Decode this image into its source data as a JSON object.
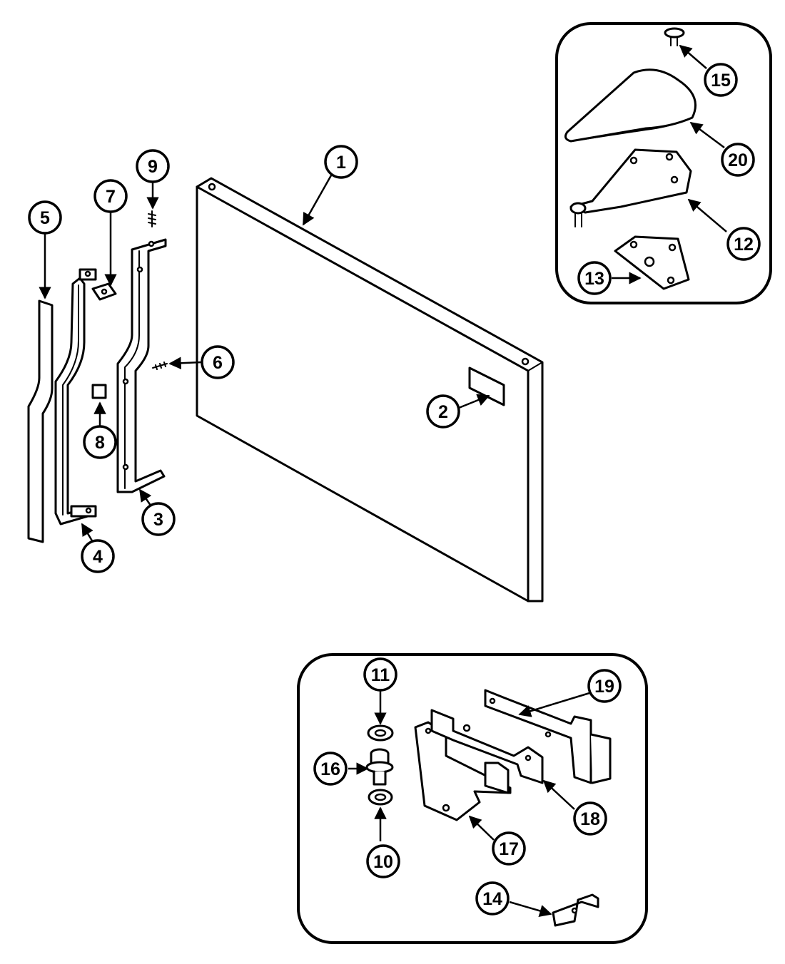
{
  "colors": {
    "line": "#000000",
    "background": "#ffffff"
  },
  "callouts": {
    "c1": "1",
    "c2": "2",
    "c3": "3",
    "c4": "4",
    "c5": "5",
    "c6": "6",
    "c7": "7",
    "c8": "8",
    "c9": "9",
    "c10": "10",
    "c11": "11",
    "c12": "12",
    "c13": "13",
    "c14": "14",
    "c15": "15",
    "c16": "16",
    "c17": "17",
    "c18": "18",
    "c19": "19",
    "c20": "20"
  }
}
